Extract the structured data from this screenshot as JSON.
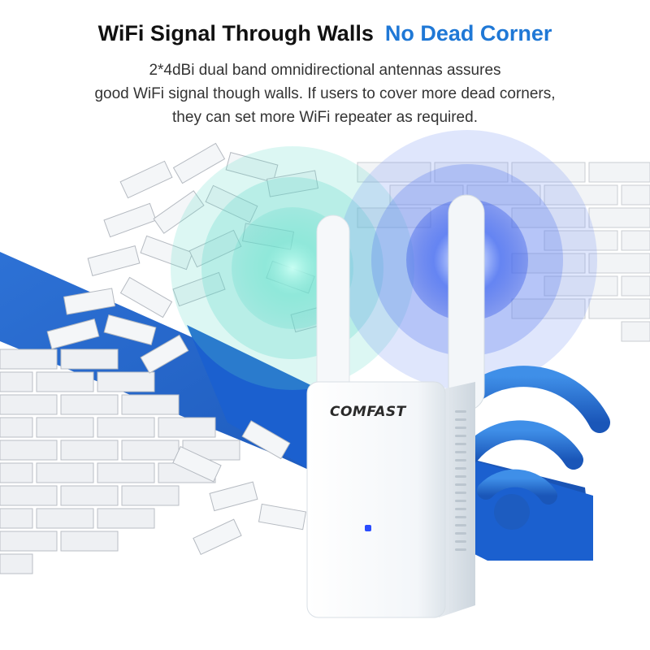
{
  "headline": {
    "title": "WiFi Signal Through Walls",
    "highlight": "No Dead Corner"
  },
  "description": {
    "lines": [
      "2*4dBi dual band omnidirectional antennas assures",
      "good WiFi signal though walls. If users to cover more dead corners,",
      "they can set more WiFi repeater as required."
    ]
  },
  "device": {
    "brand": "COMFAST"
  },
  "colors": {
    "headline_text": "#111111",
    "highlight": "#1f78d6",
    "body_text": "#333333",
    "wall_blue": "#1f5fc8",
    "signal_cyan": "#5fd9c8",
    "signal_blue": "#4a7cf0",
    "device_white": "#f7f9fb",
    "led_blue": "#2a4cff"
  },
  "icons": [
    "wifi-signal-icon",
    "led-indicator"
  ]
}
